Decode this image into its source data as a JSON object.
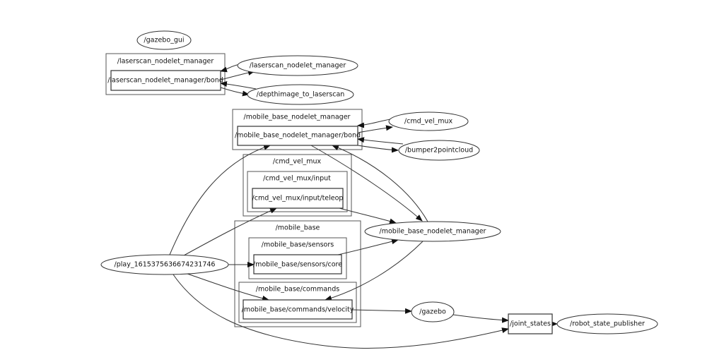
{
  "title": "rqt_graph",
  "nodes": {
    "gazebo_gui": "/gazebo_gui",
    "laserscan_nodelet_manager": "/laserscan_nodelet_manager",
    "depthimage_to_laserscan": "/depthimage_to_laserscan",
    "cmd_vel_mux": "/cmd_vel_mux",
    "bumper2pointcloud": "/bumper2pointcloud",
    "mobile_base_nodelet_manager": "/mobile_base_nodelet_manager",
    "play": "/play_1615375636674231746",
    "gazebo": "/gazebo",
    "robot_state_publisher": "/robot_state_publisher"
  },
  "clusters": {
    "laserscan_ns": "/laserscan_nodelet_manager",
    "mbnm_ns": "/mobile_base_nodelet_manager",
    "cmd_vel_mux_ns": "/cmd_vel_mux",
    "cmd_vel_mux_input_ns": "/cmd_vel_mux/input",
    "mobile_base_ns": "/mobile_base",
    "mobile_base_sensors_ns": "/mobile_base/sensors",
    "mobile_base_commands_ns": "/mobile_base/commands"
  },
  "topics": {
    "laserscan_bond": "/laserscan_nodelet_manager/bond",
    "mbnm_bond": "/mobile_base_nodelet_manager/bond",
    "teleop": "/cmd_vel_mux/input/teleop",
    "sensors_core": "/mobile_base/sensors/core",
    "commands_velocity": "/mobile_base/commands/velocity",
    "joint_states": "/joint_states"
  },
  "edges": [
    {
      "from": "/laserscan_nodelet_manager",
      "to": "/laserscan_nodelet_manager/bond"
    },
    {
      "from": "/laserscan_nodelet_manager/bond",
      "to": "/laserscan_nodelet_manager"
    },
    {
      "from": "/depthimage_to_laserscan",
      "to": "/laserscan_nodelet_manager/bond"
    },
    {
      "from": "/laserscan_nodelet_manager/bond",
      "to": "/depthimage_to_laserscan"
    },
    {
      "from": "/cmd_vel_mux",
      "to": "/mobile_base_nodelet_manager/bond"
    },
    {
      "from": "/mobile_base_nodelet_manager/bond",
      "to": "/cmd_vel_mux"
    },
    {
      "from": "/bumper2pointcloud",
      "to": "/mobile_base_nodelet_manager/bond"
    },
    {
      "from": "/mobile_base_nodelet_manager/bond",
      "to": "/bumper2pointcloud"
    },
    {
      "from": "/mobile_base_nodelet_manager",
      "to": "/mobile_base_nodelet_manager/bond"
    },
    {
      "from": "/mobile_base_nodelet_manager/bond",
      "to": "/mobile_base_nodelet_manager"
    },
    {
      "from": "/play_1615375636674231746",
      "to": "/mobile_base_nodelet_manager/bond"
    },
    {
      "from": "/play_1615375636674231746",
      "to": "/cmd_vel_mux/input/teleop"
    },
    {
      "from": "/play_1615375636674231746",
      "to": "/mobile_base/sensors/core"
    },
    {
      "from": "/play_1615375636674231746",
      "to": "/mobile_base/commands/velocity"
    },
    {
      "from": "/play_1615375636674231746",
      "to": "/joint_states"
    },
    {
      "from": "/cmd_vel_mux/input/teleop",
      "to": "/mobile_base_nodelet_manager"
    },
    {
      "from": "/mobile_base/sensors/core",
      "to": "/mobile_base_nodelet_manager"
    },
    {
      "from": "/mobile_base_nodelet_manager",
      "to": "/mobile_base/commands/velocity"
    },
    {
      "from": "/mobile_base/commands/velocity",
      "to": "/gazebo"
    },
    {
      "from": "/gazebo",
      "to": "/joint_states"
    },
    {
      "from": "/joint_states",
      "to": "/robot_state_publisher"
    }
  ]
}
